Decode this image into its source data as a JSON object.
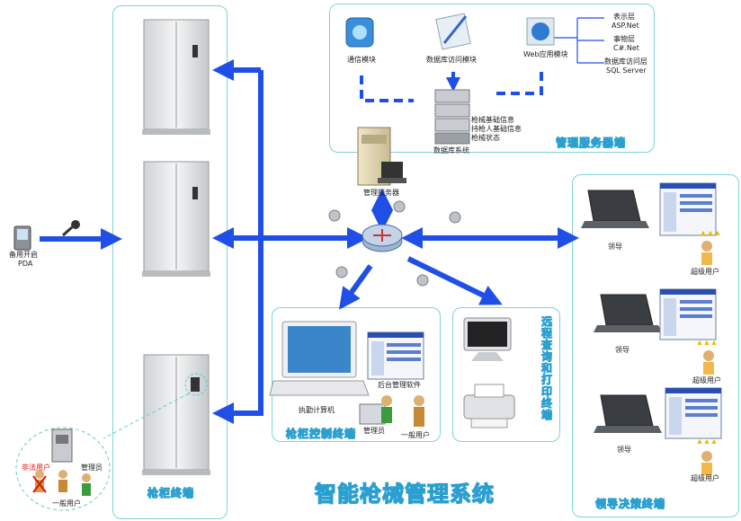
{
  "title": "智能枪械管理系统",
  "sections": {
    "server": "管理服务器端",
    "cabinet": "枪柜终端",
    "control": "枪柜控制终端",
    "leader": "领导决策终端",
    "remote": "远程查询和打印终端"
  },
  "server_modules": {
    "comm": "通信模块",
    "db_access": "数据库访问模块",
    "web": "Web应用模块",
    "db_system": "数据库系统",
    "db_items": [
      "枪械基础信息",
      "持枪人基础信息",
      "枪械状态"
    ],
    "layers": [
      "表示层",
      "ASP.Net",
      "事物层",
      "C#.Net",
      "数据库访问层",
      "SQL Server"
    ]
  },
  "mgmt_server": "管理服务器",
  "pda": [
    "备用开启",
    "PDA"
  ],
  "cabinet_roles": {
    "illegal": "非法用户",
    "admin": "管理员",
    "general": "一般用户"
  },
  "control_labels": {
    "computer": "执勤计算机",
    "software": "后台管理软件",
    "admin": "管理员",
    "general": "一般用户"
  },
  "leader_rows": [
    {
      "role": "领导",
      "user": "超级用户"
    },
    {
      "role": "领导",
      "user": "超级用户"
    },
    {
      "role": "领导",
      "user": "超级用户"
    }
  ],
  "colors": {
    "arrow": "#1f4fe6",
    "frame": "#7fd3d9",
    "title": "#2a9fd0"
  }
}
